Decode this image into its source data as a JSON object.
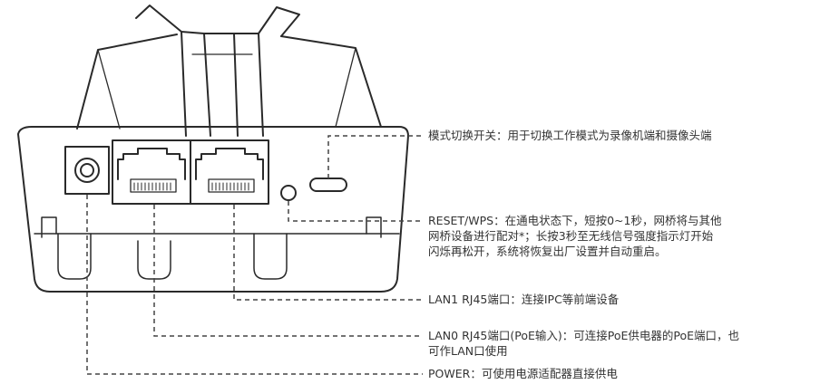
{
  "callouts": {
    "mode_switch": {
      "lines": [
        "模式切换开关：用于切换工作模式为录像机端和摄像头端"
      ]
    },
    "reset_wps": {
      "lines": [
        "RESET/WPS：在通电状态下，短按0~1秒，网桥将与其他",
        "网桥设备进行配对*；长按3秒至无线信号强度指示灯开始",
        "闪烁再松开，系统将恢复出厂设置并自动重启。"
      ]
    },
    "lan1": {
      "lines": [
        "LAN1 RJ45端口：连接IPC等前端设备"
      ]
    },
    "lan0": {
      "lines": [
        "LAN0 RJ45端口(PoE输入)：可连接PoE供电器的PoE端口，也",
        "可作LAN口使用"
      ]
    },
    "power": {
      "lines": [
        "POWER：可使用电源适配器直接供电"
      ]
    }
  },
  "colors": {
    "outline": "#2a2a2a",
    "leader": "#444444",
    "text": "#333333",
    "background": "#ffffff"
  }
}
